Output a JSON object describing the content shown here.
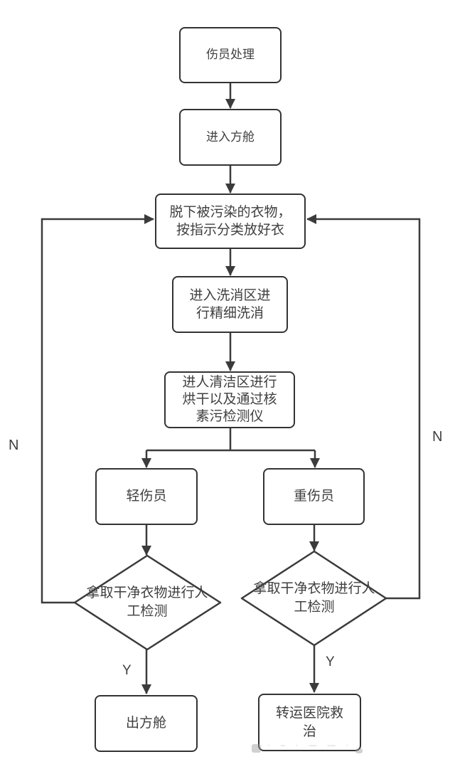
{
  "flowchart": {
    "nodes": {
      "start": "伤员处理",
      "enter_cabin": "进入方舱",
      "undress": "脱下被污染的衣物，\n按指示分类放好衣",
      "fine_wash": "进入洗消区进\n行精细洗消",
      "clean_zone": "进人清洁区进行\n烘干以及通过核\n素污检测仪",
      "minor_casualty": "轻伤员",
      "severe_casualty": "重伤员",
      "manual_check_minor": "拿取干净衣物进行人\n工检测",
      "manual_check_severe": "拿取干净衣物进行人\n工检测",
      "exit_cabin": "出方舱",
      "transfer_hospital": "转运医院救\n治"
    },
    "edge_labels": {
      "minor_no": "N",
      "severe_no": "N",
      "minor_yes": "Y",
      "severe_yes": "Y"
    },
    "colors": {
      "line": "#3b3b3b",
      "node_border": "#333333",
      "text": "#3f3f3f",
      "background": "#ffffff"
    },
    "watermark": "· – · — — ·"
  }
}
